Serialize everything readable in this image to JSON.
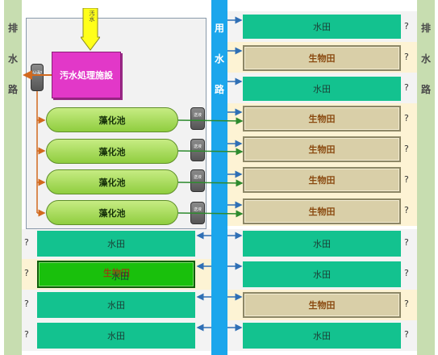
{
  "drain_label": [
    "排",
    "水",
    "路"
  ],
  "channel_label": [
    "用",
    "水",
    "路"
  ],
  "sewage_tag": "汚水",
  "treatment_facility": "汚水処理施設",
  "distributor": "分配",
  "pump_label": "送液",
  "algae_label": "藻化池",
  "paddy_label": "水田",
  "bio_label": "生物田",
  "question": "?",
  "right_fields": [
    "水田",
    "生物田",
    "水田",
    "生物田",
    "生物田",
    "生物田",
    "生物田",
    "水田",
    "水田",
    "生物田",
    "水田"
  ],
  "left_fields": [
    "水田",
    "生物田",
    "水田",
    "水田"
  ],
  "overlay_label": "水田",
  "colors": {
    "paddy": "#13c28f",
    "bio_field": "#d9cfa8",
    "algae": "#8fcd3f",
    "channel": "#1ba6ec",
    "drain": "#c7ddb0",
    "treatment": "#e238c8",
    "overflow_bio": "#19c00c"
  }
}
